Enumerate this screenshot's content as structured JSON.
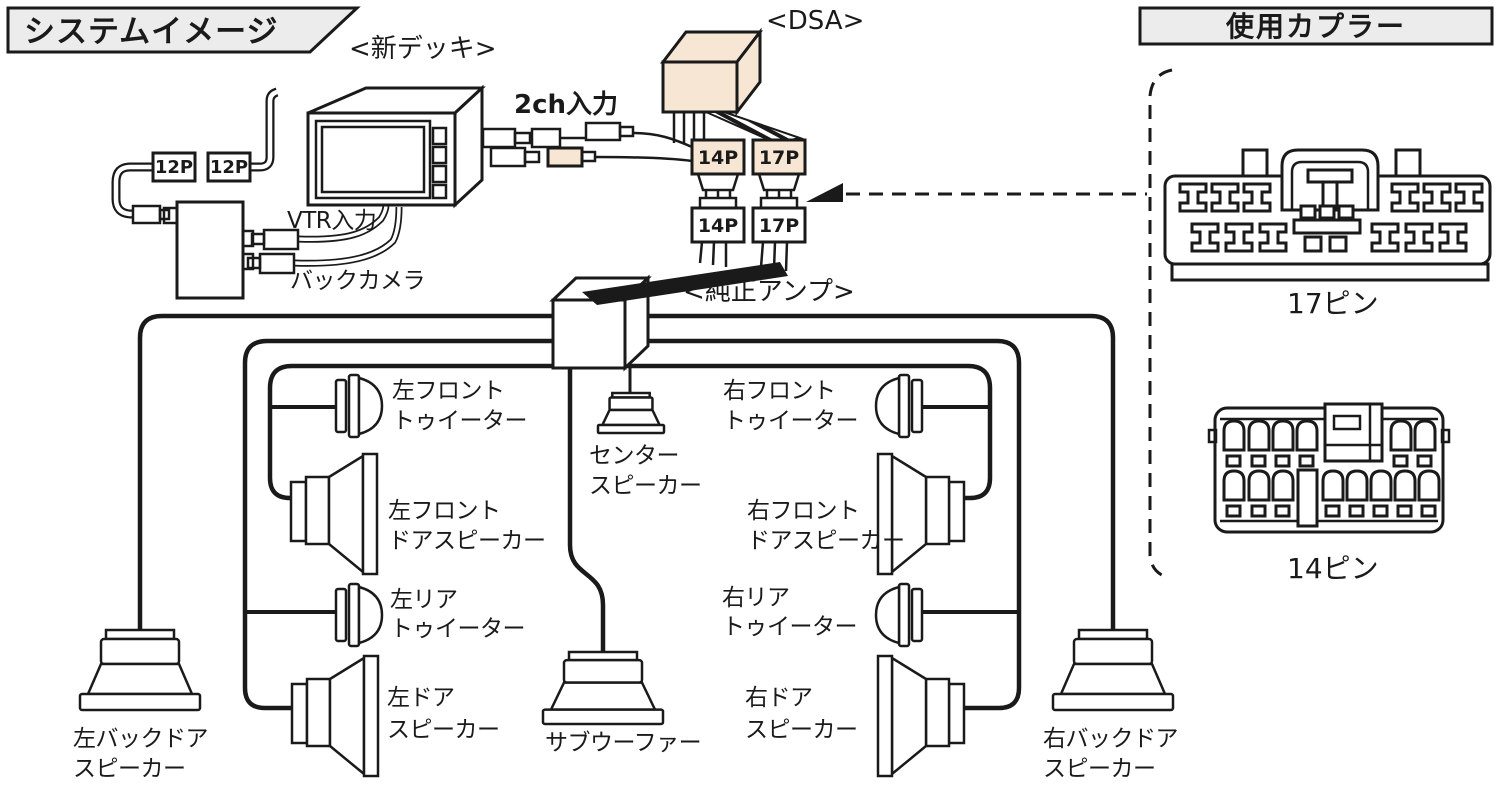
{
  "header": {
    "title": "システムイメージ"
  },
  "devices": {
    "deck_label": "<新デッキ>",
    "dsa_label": "<DSA>",
    "amp_label": "<純正アンプ>"
  },
  "io": {
    "ch2": "2ch入力",
    "vtr": "VTR入力",
    "back_camera": "バックカメラ",
    "p12_1": "12P",
    "p12_2": "12P",
    "p14_top": "14P",
    "p17_top": "17P",
    "p14_bottom": "14P",
    "p17_bottom": "17P"
  },
  "speakers": {
    "left_front_tweeter": {
      "l1": "左フロント",
      "l2": "トゥイーター"
    },
    "left_front_door": {
      "l1": "左フロント",
      "l2": "ドアスピーカー"
    },
    "left_rear_tweeter": {
      "l1": "左リア",
      "l2": "トゥイーター"
    },
    "left_door": {
      "l1": "左ドア",
      "l2": "スピーカー"
    },
    "center": {
      "l1": "センター",
      "l2": "スピーカー"
    },
    "subwoofer": {
      "l1": "サブウーファー"
    },
    "right_front_tweeter": {
      "l1": "右フロント",
      "l2": "トゥイーター"
    },
    "right_front_door": {
      "l1": "右フロント",
      "l2": "ドアスピーカー"
    },
    "right_rear_tweeter": {
      "l1": "右リア",
      "l2": "トゥイーター"
    },
    "right_door": {
      "l1": "右ドア",
      "l2": "スピーカー"
    },
    "left_back_door": {
      "l1": "左バックドア",
      "l2": "スピーカー"
    },
    "right_back_door": {
      "l1": "右バックドア",
      "l2": "スピーカー"
    }
  },
  "connector_panel": {
    "title": "使用カプラー",
    "pin17_label": "17ピン",
    "pin14_label": "14ピン"
  },
  "colors": {
    "beige": "#f7e6d3",
    "panel_gray": "#ececec",
    "line": "#1a1a1a"
  }
}
